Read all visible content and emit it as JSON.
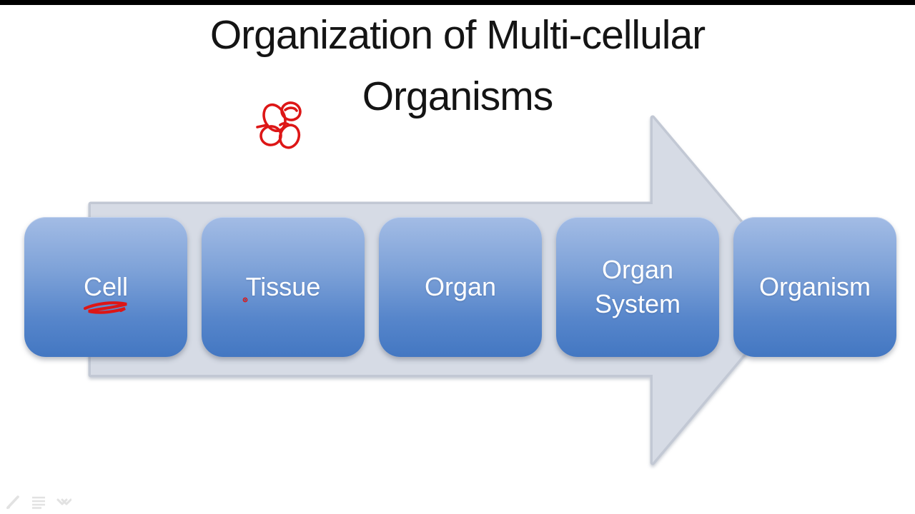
{
  "slide": {
    "title_line1": "Organization of Multi-cellular",
    "title_line2": "Organisms",
    "stages": [
      {
        "label": "Cell"
      },
      {
        "label": "Tissue"
      },
      {
        "label": "Organ"
      },
      {
        "label": "Organ System"
      },
      {
        "label": "Organism"
      }
    ],
    "arrow": {
      "direction": "right"
    }
  },
  "annotations": {
    "pen_color": "#dd1616",
    "items": [
      {
        "name": "cell-cluster-doodle",
        "description": "red hand-drawn cluster of overlapping cell ovals under title"
      },
      {
        "name": "cell-underline-scribble",
        "description": "red scribbled underline below the word Cell"
      },
      {
        "name": "tissue-pen-dot",
        "description": "small red pen dot beside the word Tissue"
      }
    ]
  },
  "presenter_controls": {
    "items": [
      {
        "icon": "pen-icon"
      },
      {
        "icon": "menu-icon"
      },
      {
        "icon": "slide-navigator-icon"
      }
    ]
  },
  "colors": {
    "box_top": "#a3bce5",
    "box_bottom": "#4377c2",
    "arrow_fill": "#d6dbe5",
    "annotation_red": "#dd1616",
    "bar_color": "#000000",
    "title_color": "#141414"
  }
}
